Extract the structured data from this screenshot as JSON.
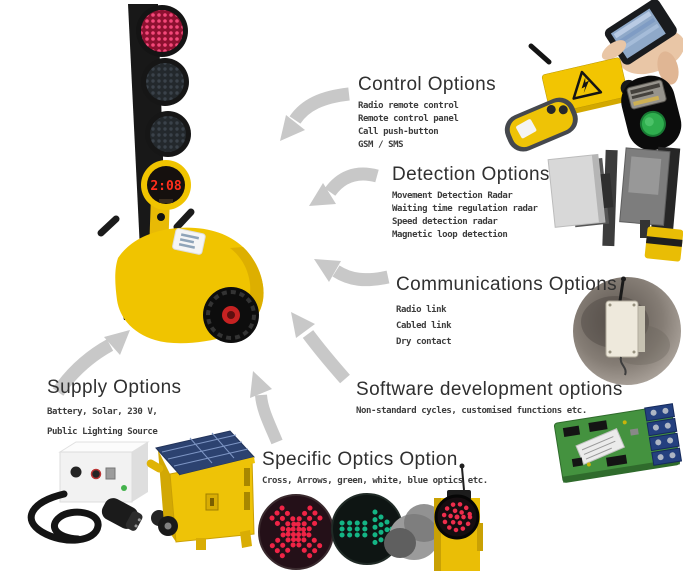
{
  "device": {
    "countdown": "2:08"
  },
  "sections": {
    "control": {
      "title": "Control Options",
      "items": [
        "Radio remote control",
        "Remote control panel",
        "Call push-button",
        "GSM / SMS"
      ]
    },
    "detection": {
      "title": "Detection Options",
      "items": [
        "Movement Detection Radar",
        "Waiting time regulation radar",
        "Speed detection radar",
        "Magnetic loop detection"
      ]
    },
    "communications": {
      "title": "Communications Options",
      "items": [
        "Radio link",
        "Cabled link",
        "Dry contact"
      ]
    },
    "software": {
      "title": "Software development options",
      "items": [
        "Non-standard cycles, customised functions etc."
      ]
    },
    "optics": {
      "title": "Specific Optics Option",
      "items": [
        "Cross, Arrows, green, white, blue optics etc."
      ]
    },
    "supply": {
      "title": "Supply Options",
      "items": [
        "Battery, Solar, 230 V,",
        "Public Lighting Source"
      ]
    }
  },
  "colors": {
    "accent_yellow": "#F0C400",
    "signal_red": "#E0204E",
    "signal_green": "#14B585",
    "arrow_gray": "#C8C8C8",
    "trolley_teal": "#47727E",
    "countdown_red": "#FF2E1C"
  },
  "figures": {
    "control": [
      "smartphone-in-hand",
      "radio-control-box",
      "remote-control-handset",
      "call-push-button-device"
    ],
    "detection": [
      "radar-detector-panels"
    ],
    "communications": [
      "radio-link-box-with-antenna"
    ],
    "software": [
      "controller-circuit-board"
    ],
    "optics": [
      "red-cross-optic",
      "green-arrow-optic",
      "traffic-light-closeup"
    ],
    "supply": [
      "mains-supply-box-with-plug",
      "solar-panel-trolley"
    ]
  }
}
